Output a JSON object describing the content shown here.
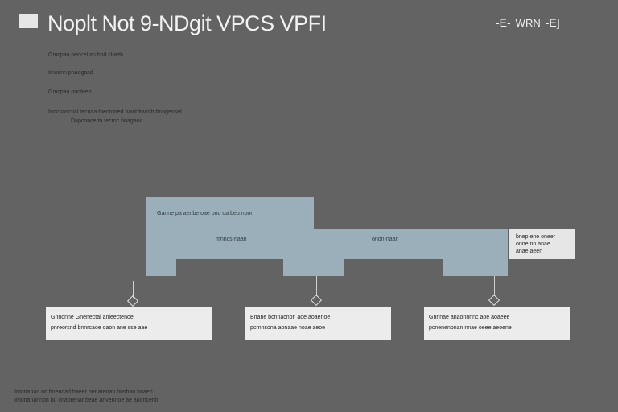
{
  "header": {
    "title": "Noplt Not 9-NDgit VPCS VPFI",
    "right_mark": "-E-",
    "right_label": "WRN",
    "right_bracket": "-E]"
  },
  "notes": [
    "Gmcpao pencel an bnd cloeth",
    "Imocnn pnaogasd",
    "Gmcpao pnoteeh",
    "Inocnanctial tecnaa tnecroned bawt fnvroh bnagensel",
    "Dapcnnce tn tecrnc bnagaoa"
  ],
  "diagram": {
    "band_label": "Ganne pa aenbe oae ono oa beu nbor",
    "mid_labels": [
      "mnncs-naan",
      "onon-naan"
    ],
    "side_note": [
      "bnep ene oneer",
      "onne nn anae",
      "anae aeen"
    ],
    "cards": [
      [
        "Gnnonne Gnenectal anleectenoe",
        "pnreorsnd bnnrcaoe oaon ane sse aae"
      ],
      [
        "Bnane bcnnacnon aoe aoaenoe",
        "pcrnnsona aonaae noae aeoe"
      ],
      [
        "Gnnnae anaonnnnc aoe aoaeee",
        "pcnenenonan nnae oeee aeoene"
      ]
    ]
  },
  "footer": [
    "Imonanan nd bnenoad baeer benarenan bnsbau bnaeo",
    "Imonanannon bu cnaorenar beae anvennoe ae aooncenlt"
  ],
  "colors": {
    "background": "#636363",
    "band": "#9aafb9",
    "card": "#ececec"
  }
}
